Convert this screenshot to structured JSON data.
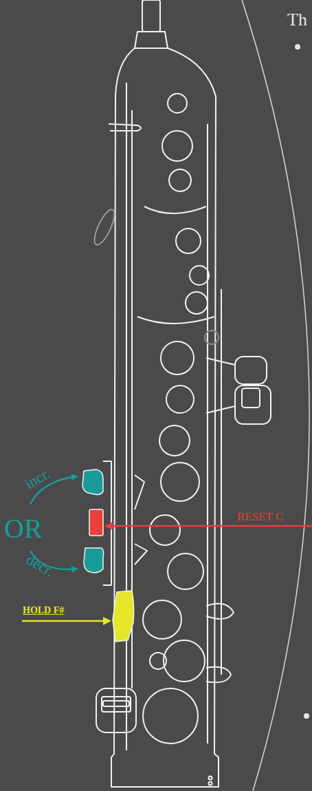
{
  "diagram": {
    "labels": [
      "Th",
      "incr.",
      "OR",
      "decr.",
      "RESET C",
      "HOLD F#"
    ]
  }
}
